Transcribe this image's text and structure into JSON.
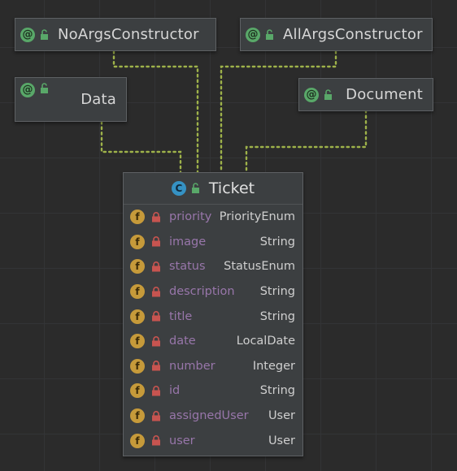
{
  "diagram": {
    "annotations": [
      {
        "id": "noargs",
        "label": "NoArgsConstructor",
        "icon": "annotation-icon"
      },
      {
        "id": "allargs",
        "label": "AllArgsConstructor",
        "icon": "annotation-icon"
      },
      {
        "id": "data",
        "label": "Data",
        "icon": "annotation-icon"
      },
      {
        "id": "document",
        "label": "Document",
        "icon": "annotation-icon"
      }
    ],
    "class": {
      "name": "Ticket",
      "icon": "class-icon",
      "badge": "C",
      "fields": [
        {
          "name": "priority",
          "type": "PriorityEnum"
        },
        {
          "name": "image",
          "type": "String"
        },
        {
          "name": "status",
          "type": "StatusEnum"
        },
        {
          "name": "description",
          "type": "String"
        },
        {
          "name": "title",
          "type": "String"
        },
        {
          "name": "date",
          "type": "LocalDate"
        },
        {
          "name": "number",
          "type": "Integer"
        },
        {
          "name": "id",
          "type": "String"
        },
        {
          "name": "assignedUser",
          "type": "User"
        },
        {
          "name": "user",
          "type": "User"
        }
      ]
    },
    "badges": {
      "annotation": "@",
      "field": "f"
    },
    "colors": {
      "background": "#2b2b2b",
      "node": "#3c3f41",
      "annotation_badge": "#59a869",
      "class_badge": "#3592c4",
      "field_badge": "#c69a3a",
      "field_name": "#9876aa",
      "lock_private": "#c75450",
      "connector": "#9eb24a"
    }
  }
}
